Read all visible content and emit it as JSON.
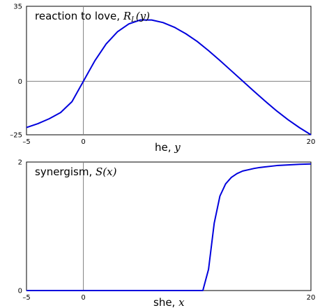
{
  "chart_data": [
    {
      "type": "line",
      "title_text": "reaction to love, ",
      "title_math": "R",
      "title_sub": "L",
      "title_tail": "(y)",
      "xlabel_text": "he, ",
      "xlabel_math": "y",
      "xlim": [
        -5,
        20
      ],
      "ylim": [
        -25,
        35
      ],
      "xtick_labels": [
        "–5",
        "0",
        "20"
      ],
      "xtick_values": [
        -5,
        0,
        20
      ],
      "ytick_labels": [
        "35",
        "0",
        "–25"
      ],
      "ytick_values": [
        35,
        0,
        -25
      ],
      "line_color": "#0000dd",
      "axis_line_color": "#808080",
      "series": [
        {
          "x": [
            -5,
            -4,
            -3,
            -2,
            -1,
            0,
            1,
            2,
            3,
            4,
            5,
            6,
            7,
            8,
            9,
            10,
            11,
            12,
            13,
            14,
            15,
            16,
            17,
            18,
            19,
            20
          ],
          "y": [
            -21.6,
            -19.8,
            -17.5,
            -14.6,
            -9.5,
            0,
            9.5,
            17.4,
            23.1,
            26.8,
            28.6,
            28.6,
            27.4,
            25.2,
            22.2,
            18.6,
            14.3,
            9.7,
            4.9,
            0.1,
            -4.7,
            -9.4,
            -13.9,
            -18.0,
            -21.7,
            -25.0
          ]
        }
      ]
    },
    {
      "type": "line",
      "title_text": "synergism, ",
      "title_math": "S(x)",
      "xlabel_text": "she, ",
      "xlabel_math": "x",
      "xlim": [
        -5,
        20
      ],
      "ylim": [
        0,
        2
      ],
      "xtick_labels": [
        "–5",
        "0",
        "20"
      ],
      "xtick_values": [
        -5,
        0,
        20
      ],
      "ytick_labels": [
        "2",
        "0"
      ],
      "ytick_values": [
        2,
        0
      ],
      "line_color": "#0000dd",
      "axis_line_color": "#808080",
      "series": [
        {
          "x": [
            -5,
            0,
            5,
            10,
            10.5,
            11,
            11.5,
            12,
            12.5,
            13,
            13.5,
            14,
            14.5,
            15,
            15.5,
            16,
            17,
            18,
            19,
            20
          ],
          "y": [
            0,
            0,
            0,
            0,
            0,
            0.33,
            1.05,
            1.47,
            1.66,
            1.76,
            1.82,
            1.86,
            1.88,
            1.9,
            1.915,
            1.925,
            1.945,
            1.955,
            1.965,
            1.97
          ]
        }
      ]
    }
  ]
}
